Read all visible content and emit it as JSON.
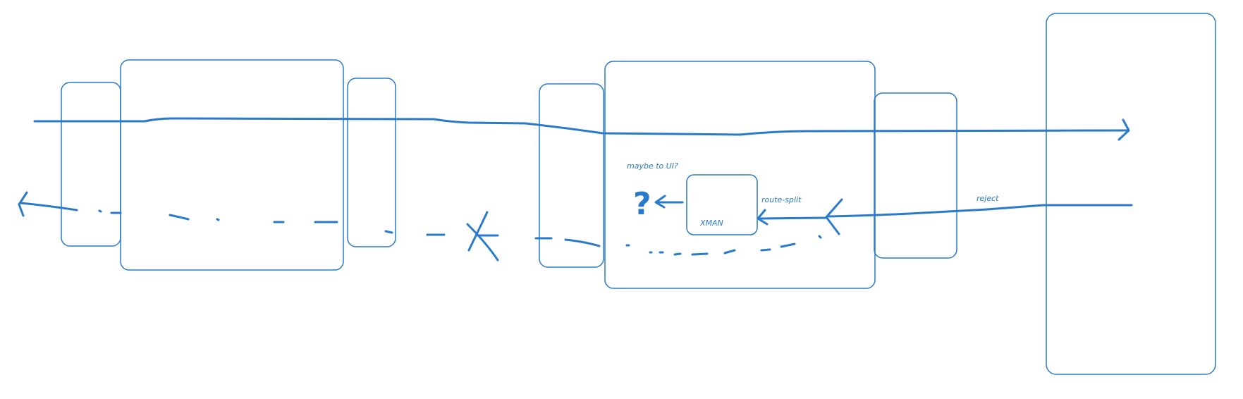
{
  "colors": {
    "ink": "#2a7acb",
    "background": "#ffffff"
  },
  "labels": {
    "maybe_to_ui": "maybe to UI?",
    "question_mark": "?",
    "xman": "XMAN",
    "route_split": "route-split",
    "reject": "reject"
  }
}
